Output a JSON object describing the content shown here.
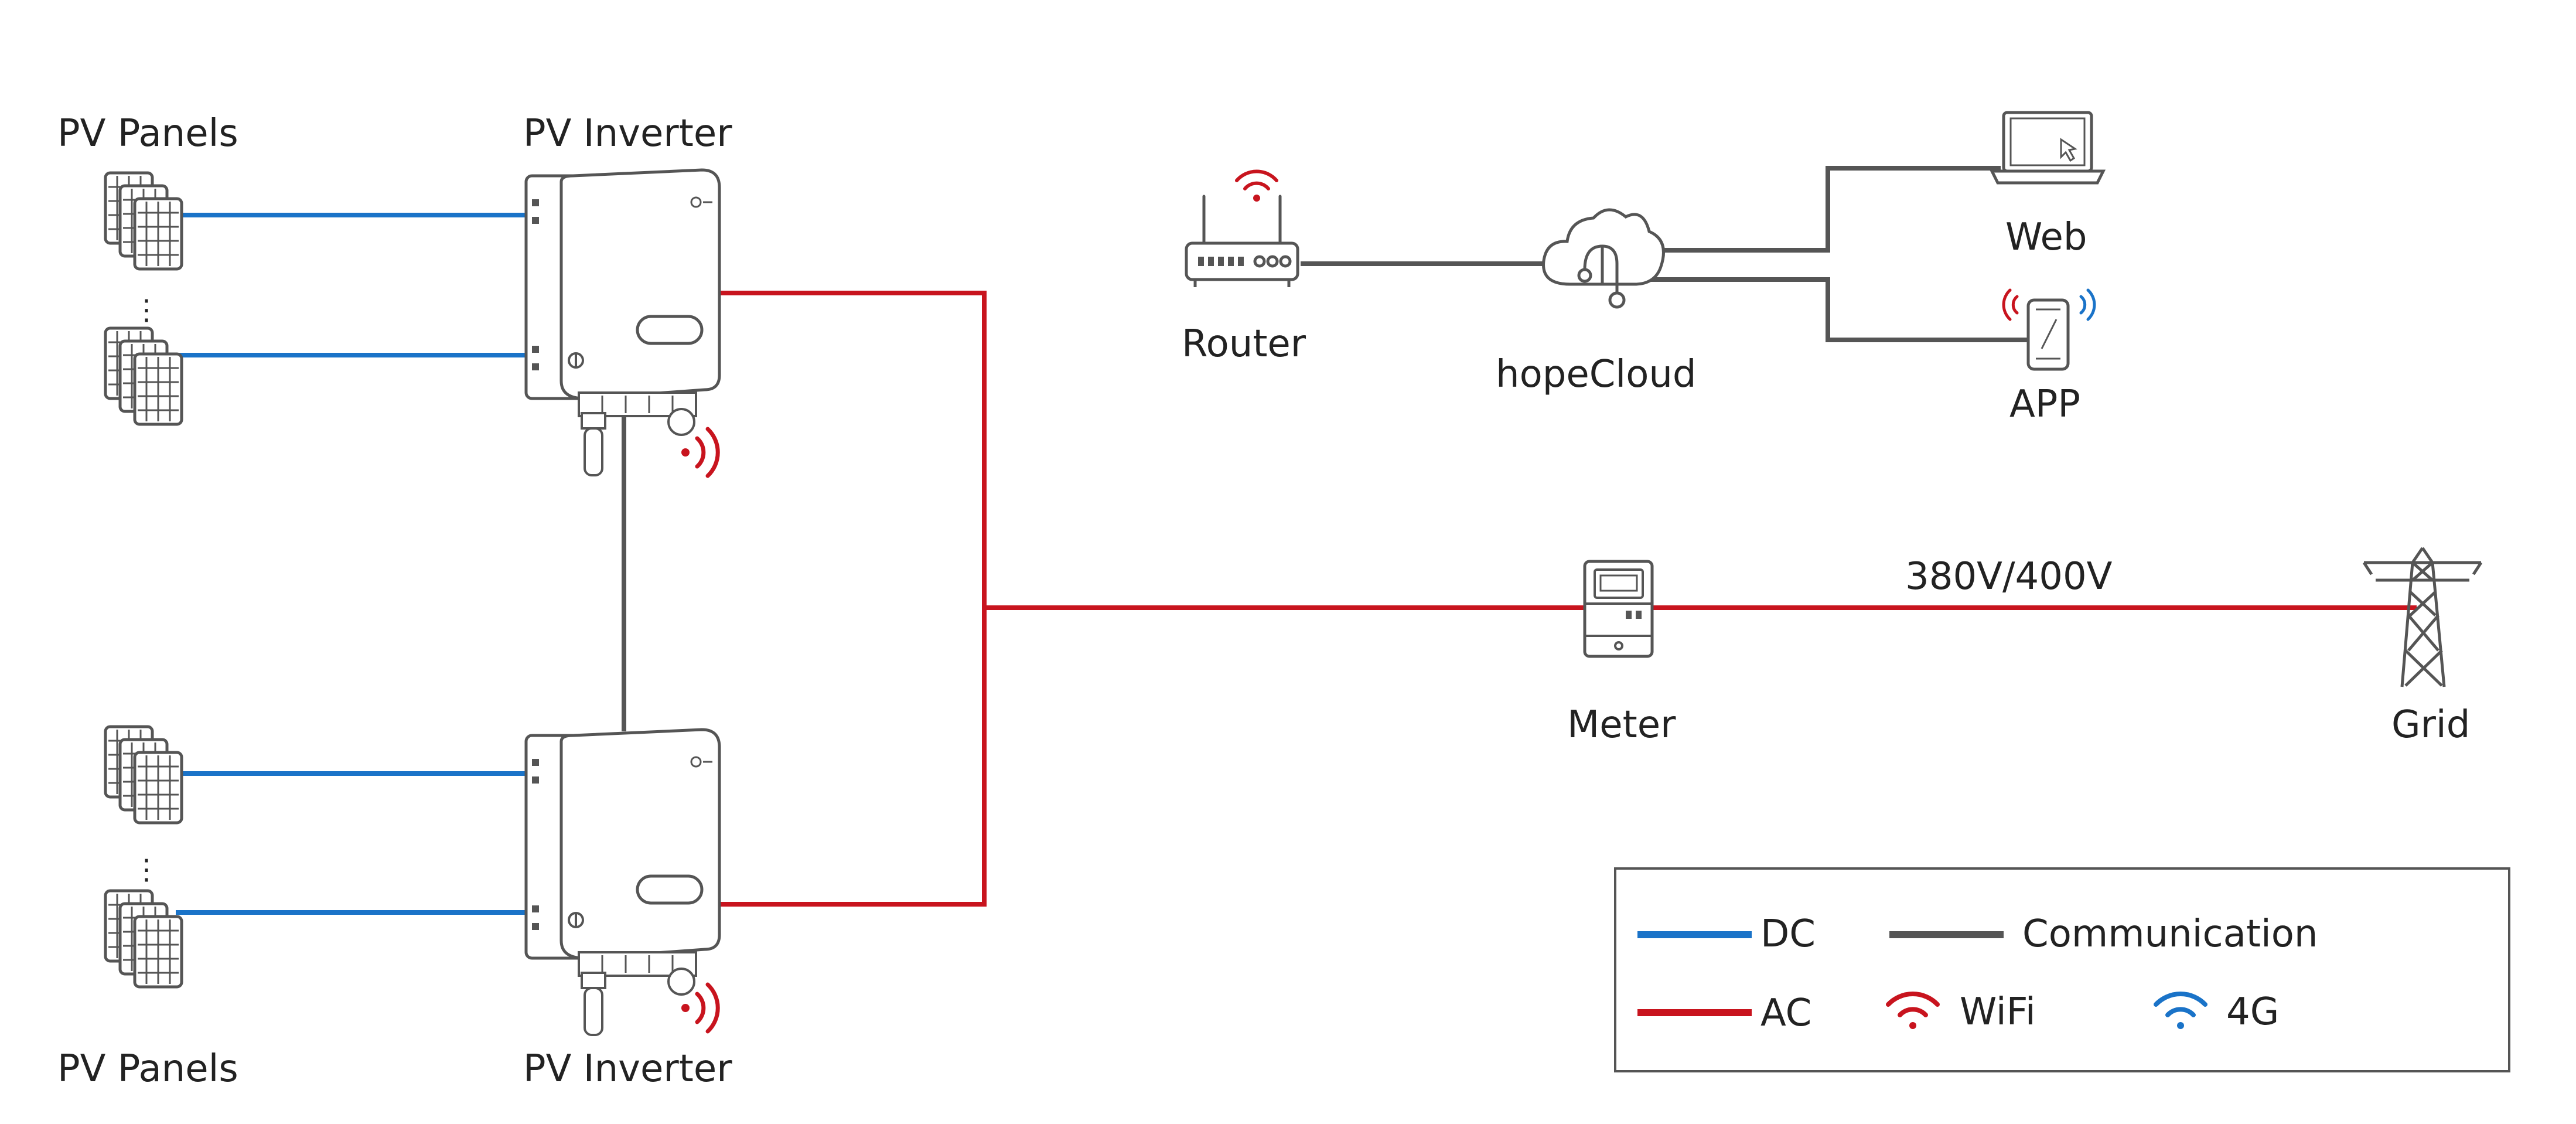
{
  "labels": {
    "pv_panels_top": "PV Panels",
    "pv_inverter_top": "PV Inverter",
    "pv_panels_bottom": "PV Panels",
    "pv_inverter_bottom": "PV Inverter",
    "router": "Router",
    "cloud": "hopeCloud",
    "web": "Web",
    "app": "APP",
    "meter": "Meter",
    "grid": "Grid",
    "voltage": "380V/400V",
    "ellipsis": "⋮"
  },
  "legend": {
    "dc": "DC",
    "communication": "Communication",
    "ac": "AC",
    "wifi": "WiFi",
    "g4": "4G"
  },
  "colors": {
    "dc": "#1a73c8",
    "ac": "#c8141e",
    "communication": "#555555",
    "wifi": "#c8141e",
    "g4": "#1a73c8",
    "device": "#555555"
  },
  "icons": [
    "solar-panel-icon",
    "inverter-icon",
    "router-icon",
    "cloud-icon",
    "laptop-icon",
    "phone-icon",
    "meter-icon",
    "pylon-icon",
    "wifi-icon",
    "signal-4g-icon"
  ]
}
